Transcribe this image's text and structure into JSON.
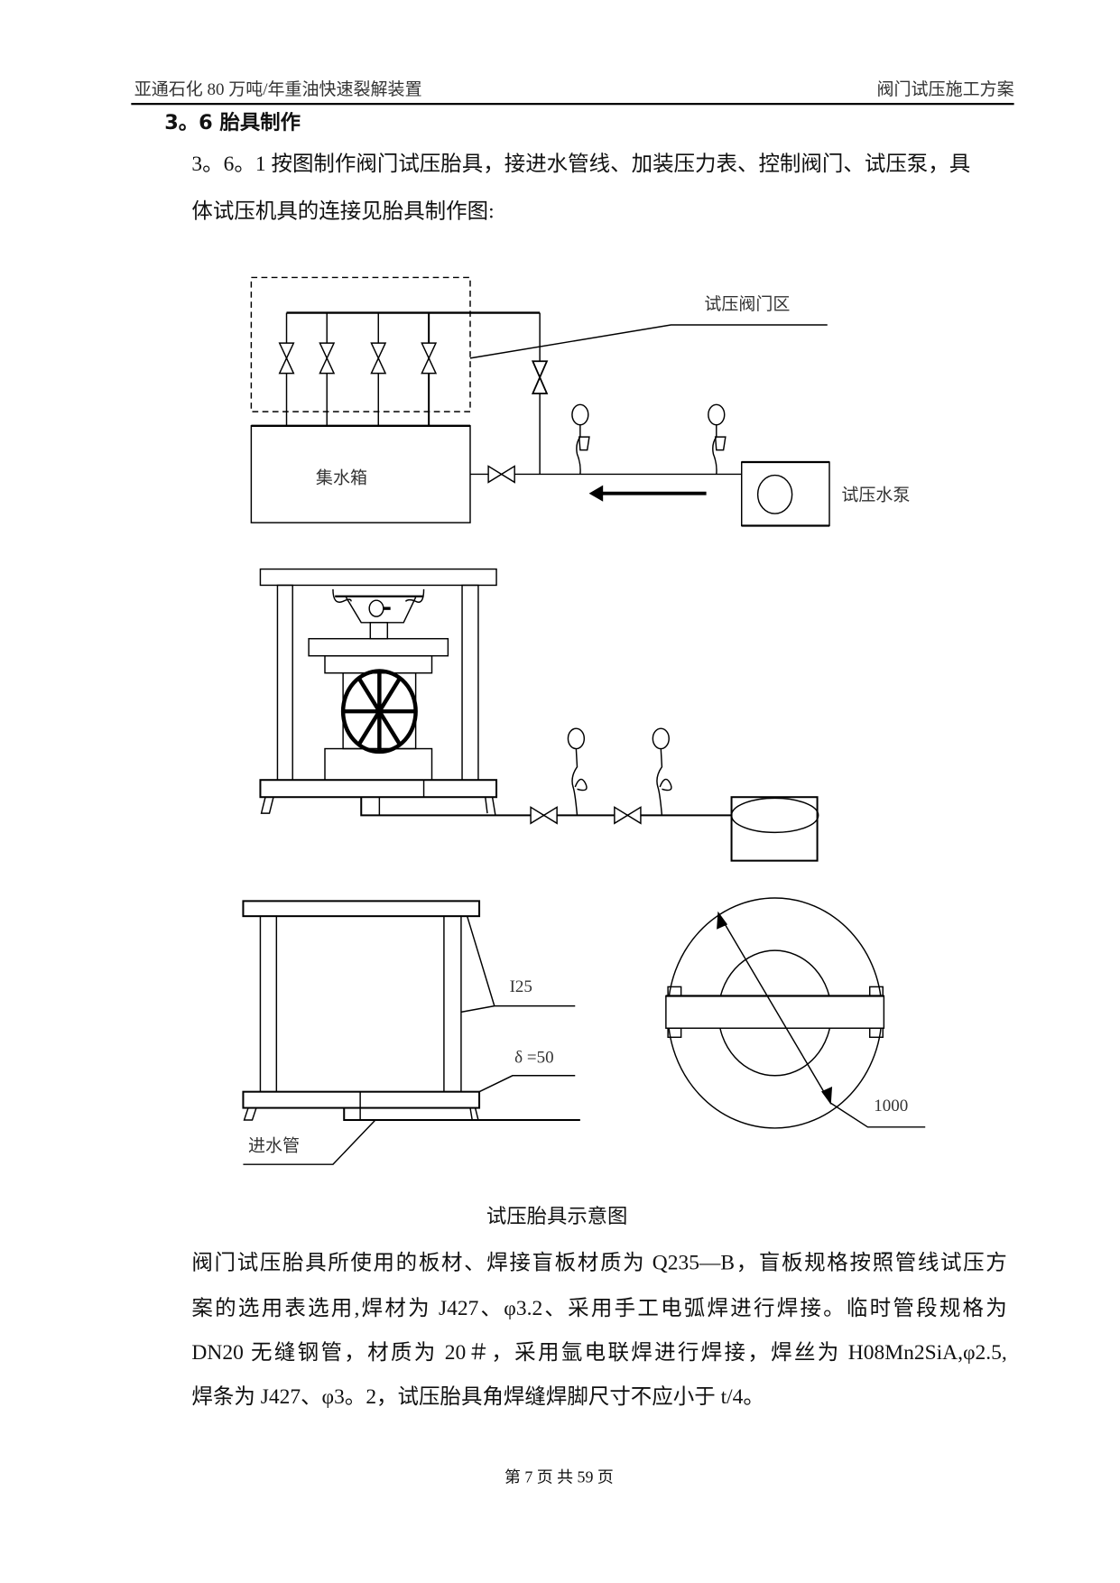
{
  "header": {
    "left": "亚通石化 80 万吨/年重油快速裂解装置",
    "right": "阀门试压施工方案"
  },
  "section_title": "3。6 胎具制作",
  "intro": [
    "3。6。1 按图制作阀门试压胎具，接进水管线、加装压力表、控制阀门、试压泵，具",
    "体试压机具的连接见胎具制作图:"
  ],
  "diagram_labels": {
    "valve_zone": "试压阀门区",
    "water_tank": "集水箱",
    "pump": "试压水泵",
    "beam": "I25",
    "plate": "δ =50",
    "inlet": "进水管",
    "diameter": "1000"
  },
  "caption": "试压胎具示意图",
  "body": [
    "阀门试压胎具所使用的板材、焊接盲板材质为 Q235—B，盲板规格按照管线试压方",
    "案的选用表选用,焊材为 J427、φ3.2、采用手工电弧焊进行焊接。临时管段规格为",
    "DN20 无缝钢管，材质为 20＃，采用氩电联焊进行焊接，焊丝为 H08Mn2SiA,φ2.5,",
    "焊条为 J427、φ3。2，试压胎具角焊缝焊脚尺寸不应小于 t/4。"
  ],
  "footer": "第 7 页 共 59 页"
}
